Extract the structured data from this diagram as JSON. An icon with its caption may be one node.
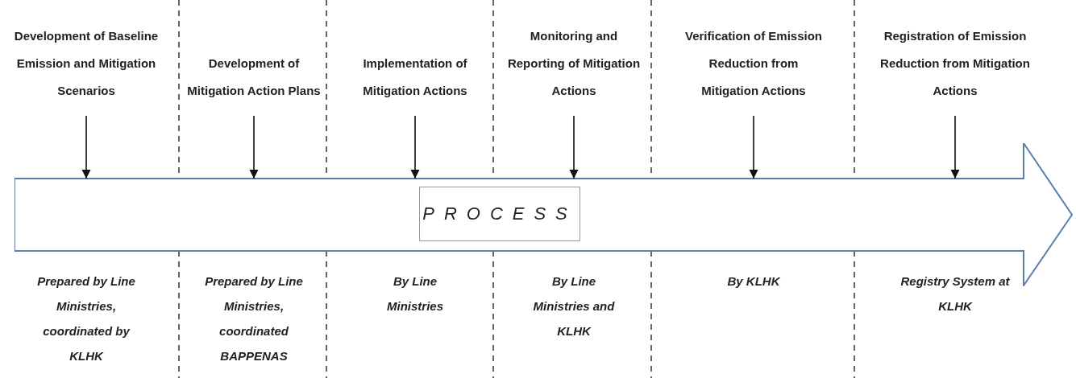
{
  "diagram": {
    "nodes": [
      {
        "text": [
          "Development of Baseline Emission and Mitigation Scenarios"
        ]
      },
      {
        "text": [
          "Development of Mitigation Action Plans"
        ]
      },
      {
        "text": [
          "Implementation of Mitigation Actions"
        ]
      },
      {
        "text": [
          "Monitoring and Reporting of Mitigation Actions"
        ]
      },
      {
        "text": [
          "Verification of Emission Reduction from Mitigation Actions"
        ]
      },
      {
        "text": [
          "Registration of Emission Reduction from Mitigation Actions"
        ]
      },
      {
        "text": [],
        "shape": "arrow"
      },
      {
        "text": [
          "PROCESS"
        ],
        "in": 6
      }
    ],
    "edges": [
      {
        "from": 0,
        "to": 6,
        "arrow": "to"
      },
      {
        "from": 1,
        "to": 6,
        "arrow": "to"
      },
      {
        "from": 2,
        "to": 6,
        "arrow": "to"
      },
      {
        "from": 3,
        "to": 6,
        "arrow": "to"
      },
      {
        "from": 4,
        "to": 6,
        "arrow": "to"
      },
      {
        "from": 5,
        "to": 6,
        "arrow": "to"
      }
    ],
    "labels": [
      "Prepared by Line Ministries, coordinated by KLHK",
      "Prepared by Line Ministries, coordinated BAPPENAS",
      "By Line Ministries",
      "By Line Ministries and KLHK",
      "By KLHK",
      "Registry System at KLHK"
    ]
  }
}
